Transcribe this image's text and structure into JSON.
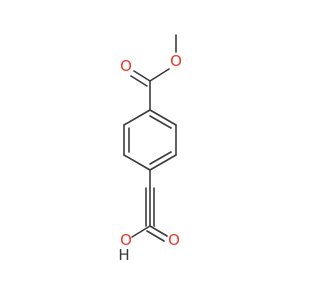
{
  "colors": {
    "background": "#ffffff",
    "carbon_bond": "#3a3a3a",
    "oxygen": "#e8392c",
    "hydrogen": "#3a3a3a"
  },
  "atoms": {
    "o_ester_carbonyl": "O",
    "o_ester_ether": "O",
    "o_acid_hydroxyl": "O",
    "h_acid": "H",
    "o_acid_carbonyl": "O"
  }
}
